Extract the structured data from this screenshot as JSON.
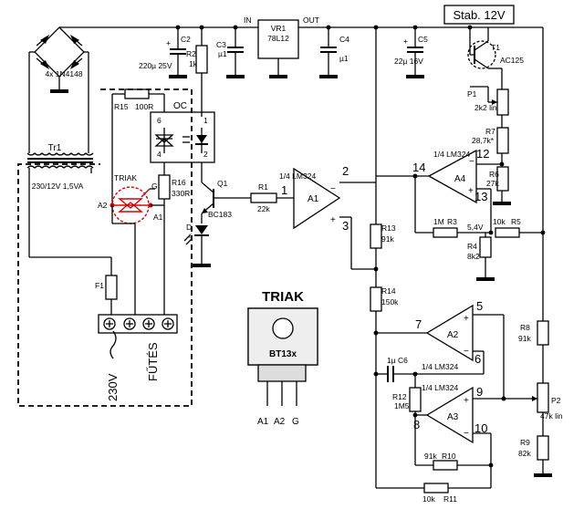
{
  "title": "Stab. 12V",
  "triak_package": {
    "title": "TRIAK",
    "part": "BT13x",
    "pins": [
      "A1",
      "A2",
      "G"
    ]
  },
  "bridge": {
    "label": "4x 1N4148"
  },
  "transformer": {
    "ref": "Tr1",
    "value": "230/12V 1,5VA"
  },
  "regulator": {
    "ref": "VR1",
    "part": "78L12",
    "in_label": "IN",
    "out_label": "OUT"
  },
  "capacitors": {
    "c2": {
      "ref": "C2",
      "value": "220µ 25V"
    },
    "c3": {
      "ref": "C3",
      "value": "µ1"
    },
    "c4": {
      "ref": "C4",
      "value": "µ1"
    },
    "c5": {
      "ref": "C5",
      "value": "22µ 16V"
    },
    "c6": {
      "ref": "C6",
      "value": "1µ"
    }
  },
  "resistors": {
    "r1": {
      "ref": "R1",
      "value": "22k"
    },
    "r2": {
      "ref": "R2",
      "value": "1k"
    },
    "r3": {
      "ref": "R3",
      "value": "1M"
    },
    "r4": {
      "ref": "R4",
      "value": "8k2"
    },
    "r5": {
      "ref": "R5",
      "value": "10k"
    },
    "r6": {
      "ref": "R6",
      "value": "27k"
    },
    "r7": {
      "ref": "R7",
      "value": "28,7k*"
    },
    "r8": {
      "ref": "R8",
      "value": "91k"
    },
    "r9": {
      "ref": "R9",
      "value": "82k"
    },
    "r10": {
      "ref": "R10",
      "value": "91k"
    },
    "r11": {
      "ref": "R11",
      "value": "10k"
    },
    "r12": {
      "ref": "R12",
      "value": "1M5"
    },
    "r13": {
      "ref": "R13",
      "value": "91k"
    },
    "r14": {
      "ref": "R14",
      "value": "150k"
    },
    "r15": {
      "ref": "R15",
      "value": "100R"
    },
    "r16": {
      "ref": "R16",
      "value": "330R"
    }
  },
  "pots": {
    "p1": {
      "ref": "P1",
      "value": "2k2 lin"
    },
    "p2": {
      "ref": "P2",
      "value": "47k lin"
    }
  },
  "transistors": {
    "q1": {
      "ref": "Q1",
      "part": "BC183"
    },
    "t1": {
      "ref": "T1",
      "part": "AC125"
    }
  },
  "opto": {
    "ref": "OC",
    "pin6": "6",
    "pin4": "4",
    "pin1": "1",
    "pin2": "2"
  },
  "triac": {
    "label": "TRIAK",
    "a2": "A2",
    "a1": "A1",
    "g": "G"
  },
  "diode_d": {
    "ref": "D",
    "sub": "r"
  },
  "fuse": {
    "ref": "F1"
  },
  "opamps": {
    "a1": {
      "ref": "A1",
      "part": "1/4 LM324",
      "pin_out": "1",
      "pin_a": "2",
      "pin_b": "3"
    },
    "a2": {
      "ref": "A2",
      "part": "1/4 LM324",
      "pin_out": "7",
      "pin_a": "5",
      "pin_b": "6"
    },
    "a3": {
      "ref": "A3",
      "part": "1/4 LM324",
      "pin_out": "8",
      "pin_a": "9",
      "pin_b": "10"
    },
    "a4": {
      "ref": "A4",
      "part": "1/4 LM324",
      "pin_out": "14",
      "pin_a": "12",
      "pin_b": "13"
    }
  },
  "voltage_note": "5,4V",
  "terminal": {
    "mains": "230V",
    "heating": "FŰTÉS"
  }
}
